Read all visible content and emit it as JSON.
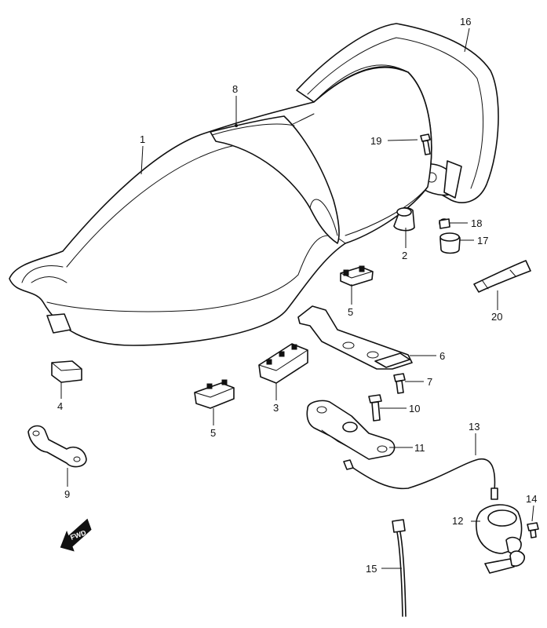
{
  "direction_label": "FWD",
  "callouts": [
    {
      "id": "1",
      "label": "1"
    },
    {
      "id": "2",
      "label": "2"
    },
    {
      "id": "3",
      "label": "3"
    },
    {
      "id": "4",
      "label": "4"
    },
    {
      "id": "5a",
      "label": "5"
    },
    {
      "id": "5b",
      "label": "5"
    },
    {
      "id": "6",
      "label": "6"
    },
    {
      "id": "7",
      "label": "7"
    },
    {
      "id": "8",
      "label": "8"
    },
    {
      "id": "9",
      "label": "9"
    },
    {
      "id": "10",
      "label": "10"
    },
    {
      "id": "11",
      "label": "11"
    },
    {
      "id": "12",
      "label": "12"
    },
    {
      "id": "13",
      "label": "13"
    },
    {
      "id": "14",
      "label": "14"
    },
    {
      "id": "15",
      "label": "15"
    },
    {
      "id": "16",
      "label": "16"
    },
    {
      "id": "17",
      "label": "17"
    },
    {
      "id": "18",
      "label": "18"
    },
    {
      "id": "19",
      "label": "19"
    },
    {
      "id": "20",
      "label": "20"
    }
  ]
}
